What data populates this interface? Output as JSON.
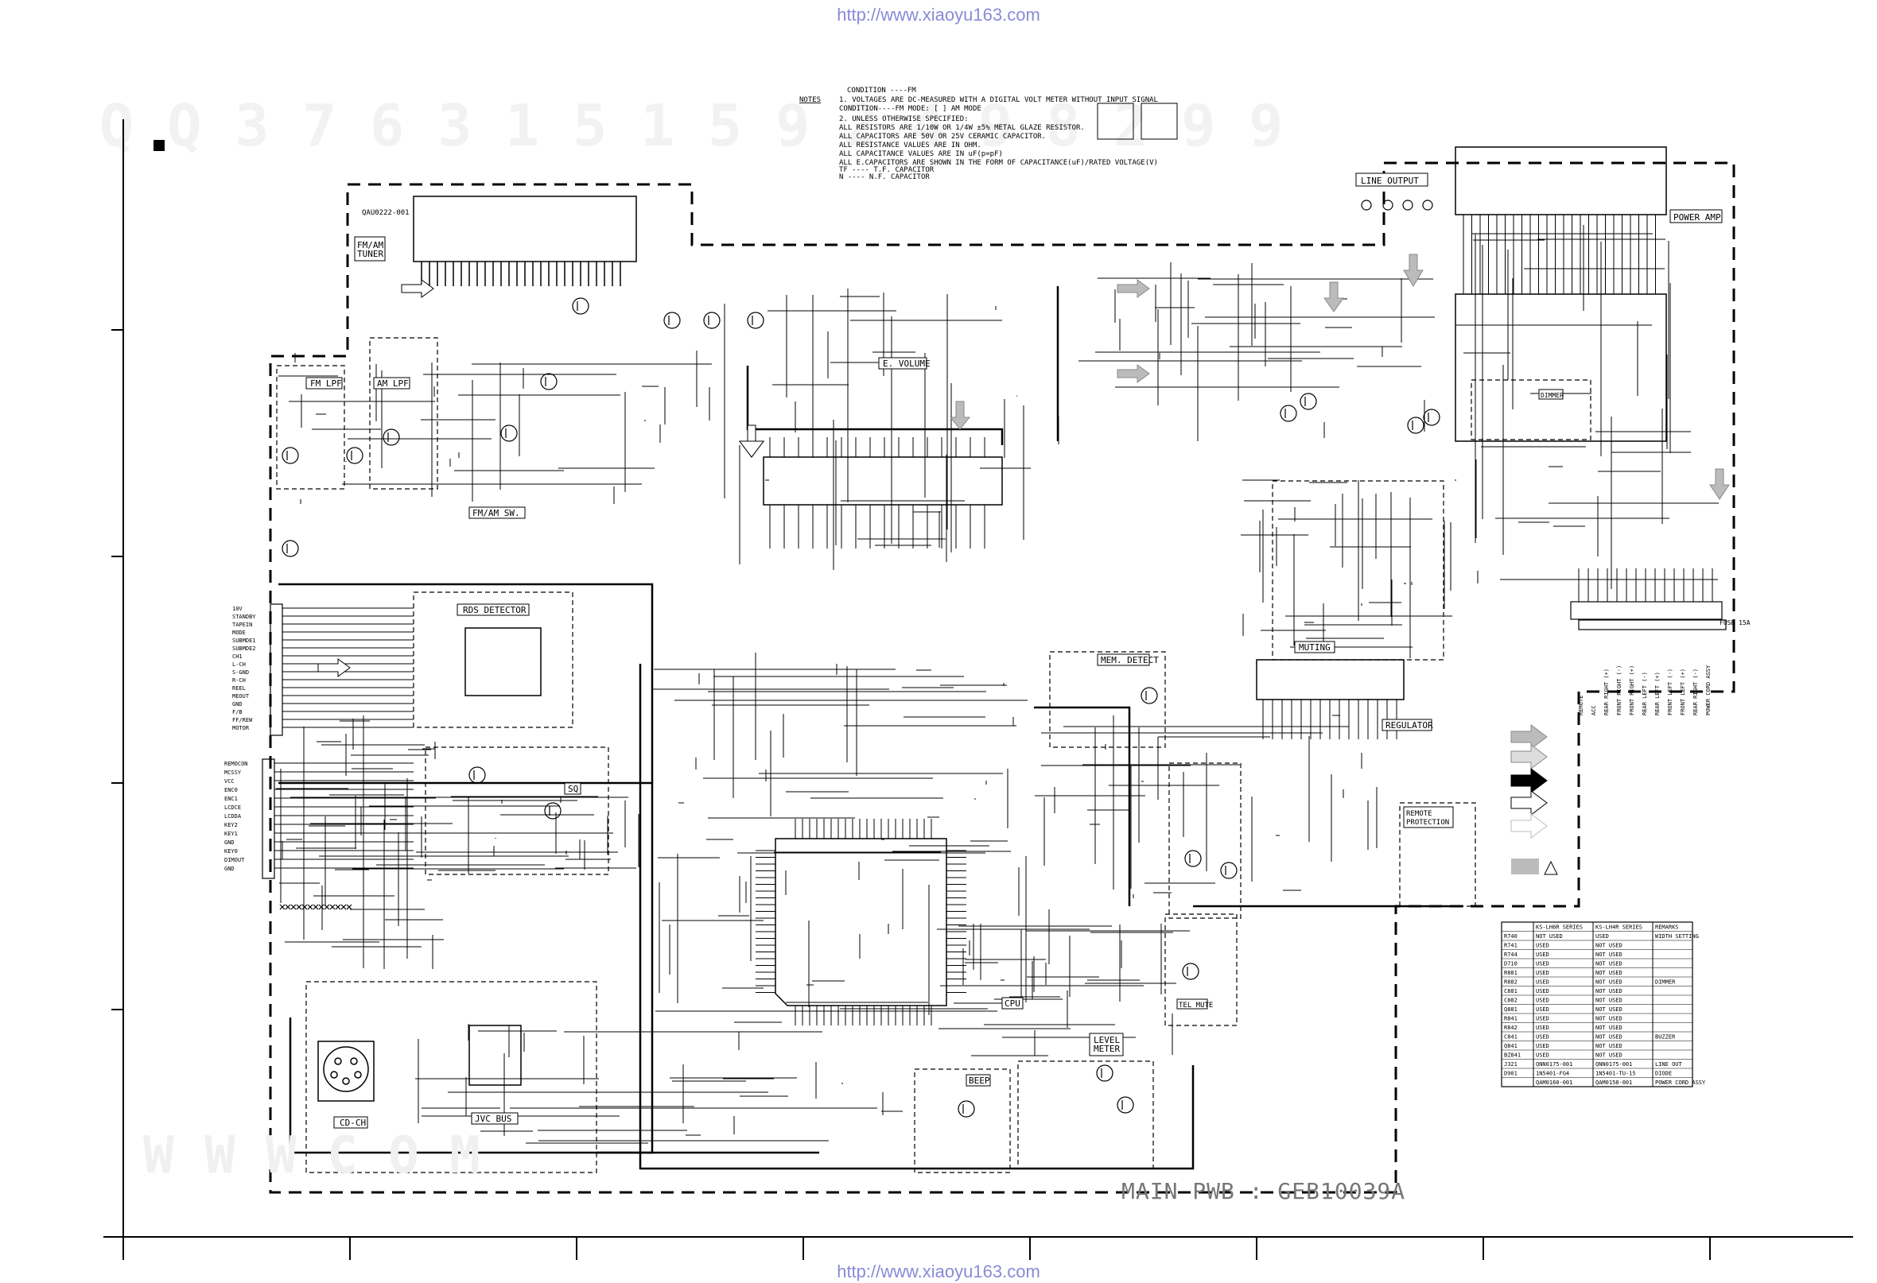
{
  "header_url": "http://www.xiaoyu163.com",
  "footer_url": "http://www.xiaoyu163.com",
  "watermark_digits": [
    "Q",
    "Q",
    "3",
    "7",
    "6",
    "3",
    "1",
    "5",
    "1",
    "5",
    "9",
    "2",
    "4",
    "9",
    "8",
    "2",
    "9",
    "9"
  ],
  "notes": {
    "label": "NOTES",
    "condition_header": "CONDITION ----FM",
    "lines": [
      "1.  VOLTAGES ARE DC-MEASURED WITH A DIGITAL VOLT METER WITHOUT INPUT SIGNAL",
      "    CONDITION----FM MODE: [   ] AM MODE",
      "2.  UNLESS OTHERWISE SPECIFIED:",
      "    ALL RESISTORS ARE 1/10W OR 1/4W ±5% METAL GLAZE RESISTOR.",
      "    ALL CAPACITORS ARE 50V OR 25V CERAMIC CAPACITOR.",
      "    ALL RESISTANCE VALUES ARE IN OHM.",
      "    ALL CAPACITANCE VALUES ARE IN uF(p=pF)",
      "    ALL E.CAPACITORS ARE SHOWN IN THE FORM OF CAPACITANCE(uF)/RATED VOLTAGE(V)",
      "    TF ---- T.F. CAPACITOR",
      "    N  ---- N.F. CAPACITOR"
    ]
  },
  "blocks": {
    "tuner": "FM/AM\nTUNER",
    "tuner_part": "QAU0222-001",
    "fm_lpf": "FM LPF",
    "am_lpf": "AM LPF",
    "fm_am_sw": "FM/AM SW.",
    "e_volume": "E. VOLUME",
    "rds_detector": "RDS DETECTOR",
    "sq": "SQ",
    "cpu": "CPU",
    "jvc_bus": "JVC BUS",
    "cd_ch": "CD-CH",
    "level_meter": "LEVEL\nMETER",
    "beep": "BEEP",
    "tel_mute": "TEL MUTE",
    "mem_detect": "MEM. DETECT",
    "muting": "MUTING",
    "regulator": "REGULATOR",
    "remote_protection": "REMOTE\nPROTECTION",
    "dimmer": "DIMMER",
    "line_output": "LINE OUTPUT",
    "power_amp": "POWER AMP",
    "fuse": "FUSE  15A"
  },
  "left_connector_top": [
    "10V",
    "STANDBY",
    "TAPEIN",
    "MODE",
    "SUBMDE1",
    "SUBMDE2",
    "CH1",
    "L-CH",
    "S-GND",
    "R-CH",
    "REEL",
    "MEOUT",
    "GND",
    "F/B",
    "FF/REW",
    "MOTOR"
  ],
  "left_connector_bottom": [
    "REMOCON",
    "MCSSY",
    "VCC",
    "ENC0",
    "ENC1",
    "LCDCE",
    "LCDDA",
    "KEY2",
    "KEY1",
    "GND",
    "KEY0",
    "DIMOUT",
    "GND"
  ],
  "right_connector": [
    "REMOTE",
    "ACC",
    "REAR RIGHT (+)",
    "FRONT RIGHT (-)",
    "FRONT RIGHT (+)",
    "REAR LEFT (-)",
    "REAR LEFT (+)",
    "FRONT LEFT (-)",
    "FRONT LEFT (+)",
    "REAR RIGHT (-)",
    "POWER CORD ASSY"
  ],
  "table": {
    "headers": [
      "",
      "KS-LH6R SERIES",
      "KS-LH4R SERIES",
      "REMARKS"
    ],
    "rows": [
      [
        "R740",
        "NOT USED",
        "USED",
        "WIDTH\nSETTING"
      ],
      [
        "R741",
        "USED",
        "NOT USED",
        ""
      ],
      [
        "R744",
        "USED",
        "NOT USED",
        ""
      ],
      [
        "D710",
        "USED",
        "NOT USED",
        ""
      ],
      [
        "R881",
        "USED",
        "NOT USED",
        ""
      ],
      [
        "R882",
        "USED",
        "NOT USED",
        "DIMMER"
      ],
      [
        "C881",
        "USED",
        "NOT USED",
        ""
      ],
      [
        "C882",
        "USED",
        "NOT USED",
        ""
      ],
      [
        "Q881",
        "USED",
        "NOT USED",
        ""
      ],
      [
        "R841",
        "USED",
        "NOT USED",
        ""
      ],
      [
        "R842",
        "USED",
        "NOT USED",
        ""
      ],
      [
        "C841",
        "USED",
        "NOT USED",
        "BUZZER"
      ],
      [
        "Q841",
        "USED",
        "NOT USED",
        ""
      ],
      [
        "BZ841",
        "USED",
        "NOT USED",
        ""
      ],
      [
        "J321",
        "QNN0175-001",
        "QNN0175-001",
        "LINE OUT"
      ],
      [
        "D901",
        "1N5401-FG4",
        "1N5401-TU-15",
        "DIODE"
      ],
      [
        "",
        "QAM0160-001",
        "QAM0158-001",
        "POWER CORD ASSY"
      ]
    ]
  },
  "board_label": "MAIN PWB : GEB10039A",
  "bottom_watermark": "W W W                      C O M"
}
